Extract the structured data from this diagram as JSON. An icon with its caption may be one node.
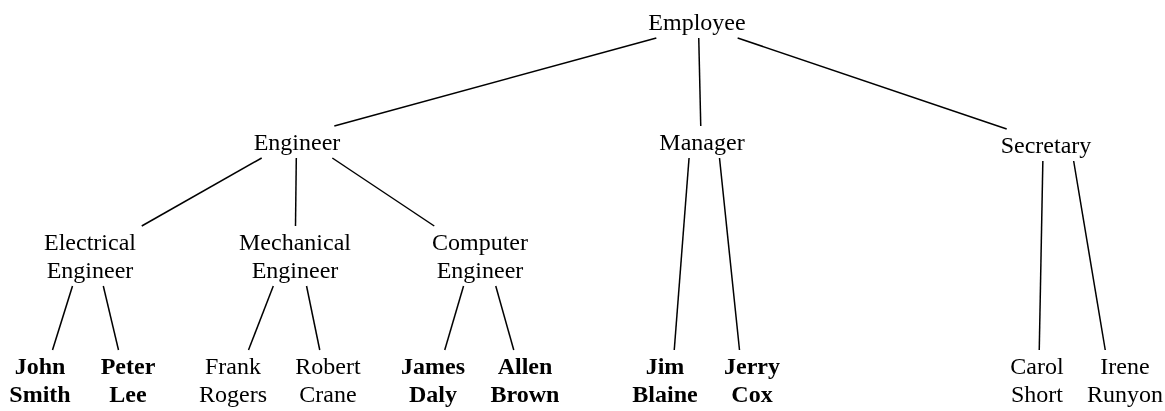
{
  "diagram": {
    "nodes": [
      {
        "text": [
          "Employee"
        ]
      },
      {
        "text": [
          "Engineer"
        ]
      },
      {
        "text": [
          "Manager"
        ]
      },
      {
        "text": [
          "Secretary"
        ]
      },
      {
        "text": [
          "Electrical Engineer"
        ]
      },
      {
        "text": [
          "Mechanical Engineer"
        ]
      },
      {
        "text": [
          "Computer Engineer"
        ]
      },
      {
        "text": [
          "**John Smith**"
        ]
      },
      {
        "text": [
          "**Peter Lee**"
        ]
      },
      {
        "text": [
          "Frank Rogers"
        ]
      },
      {
        "text": [
          "Robert Crane"
        ]
      },
      {
        "text": [
          "**James Daly**"
        ]
      },
      {
        "text": [
          "**Allen Brown**"
        ]
      },
      {
        "text": [
          "**Jim Blaine**"
        ]
      },
      {
        "text": [
          "**Jerry Cox**"
        ]
      },
      {
        "text": [
          "Carol Short"
        ]
      },
      {
        "text": [
          "Irene Runyon"
        ]
      }
    ],
    "edges": [
      {
        "from": 0,
        "to": 1,
        "arrow": "none"
      },
      {
        "from": 0,
        "to": 2,
        "arrow": "none"
      },
      {
        "from": 0,
        "to": 3,
        "arrow": "none"
      },
      {
        "from": 1,
        "to": 4,
        "arrow": "none"
      },
      {
        "from": 1,
        "to": 5,
        "arrow": "none"
      },
      {
        "from": 1,
        "to": 6,
        "arrow": "none"
      },
      {
        "from": 4,
        "to": 7,
        "arrow": "none"
      },
      {
        "from": 4,
        "to": 8,
        "arrow": "none"
      },
      {
        "from": 5,
        "to": 9,
        "arrow": "none"
      },
      {
        "from": 5,
        "to": 10,
        "arrow": "none"
      },
      {
        "from": 6,
        "to": 11,
        "arrow": "none"
      },
      {
        "from": 6,
        "to": 12,
        "arrow": "none"
      },
      {
        "from": 2,
        "to": 13,
        "arrow": "none"
      },
      {
        "from": 2,
        "to": 14,
        "arrow": "none"
      },
      {
        "from": 3,
        "to": 15,
        "arrow": "none"
      },
      {
        "from": 3,
        "to": 16,
        "arrow": "none"
      }
    ]
  }
}
